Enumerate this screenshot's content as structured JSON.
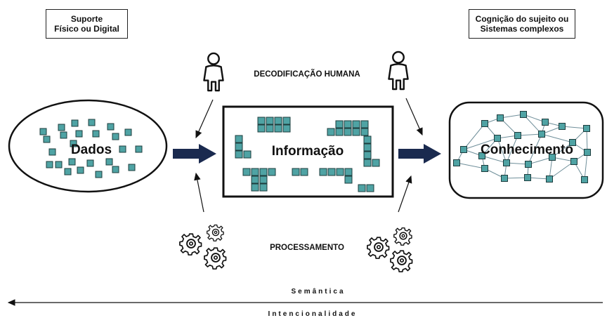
{
  "corner_labels": {
    "left": [
      "Suporte",
      "Físico ou Digital"
    ],
    "right": [
      "Cognição do sujeito ou",
      "Sistemas complexos"
    ]
  },
  "stages": {
    "data": "Dados",
    "information": "Informação",
    "knowledge": "Conhecimento"
  },
  "top_label": "DECODIFICAÇÃO HUMANA",
  "bottom_label": "PROCESSAMENTO",
  "axis": {
    "semantics": "Semântica",
    "intentionality": "Intencionalidade"
  },
  "colors": {
    "square_fill": "#4fa3a4",
    "square_stroke": "#1d3c3d",
    "arrow": "#1a2a4f",
    "outline": "#111111"
  },
  "icons": [
    "person-icon",
    "gear-icon"
  ]
}
